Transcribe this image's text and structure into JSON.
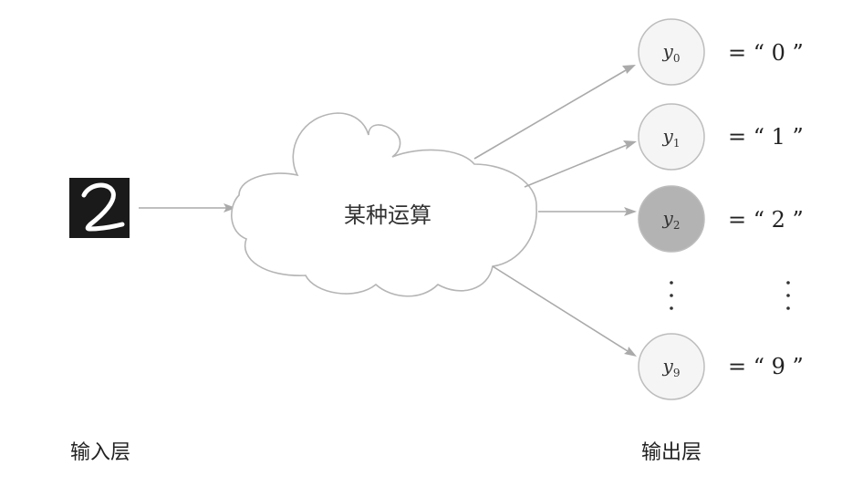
{
  "input": {
    "digit": "2",
    "label": "输入层"
  },
  "cloud": {
    "label": "某种运算"
  },
  "output": {
    "label": "输出层",
    "highlight_color": "#b3b3b3",
    "normal_color": "#f5f5f5",
    "nodes": [
      {
        "var": "y",
        "sub": "0",
        "eq": "= “ 0 ”",
        "highlighted": false
      },
      {
        "var": "y",
        "sub": "1",
        "eq": "= “ 1 ”",
        "highlighted": false
      },
      {
        "var": "y",
        "sub": "2",
        "eq": "= “ 2 ”",
        "highlighted": true
      },
      {
        "var": "y",
        "sub": "9",
        "eq": "= “ 9 ”",
        "highlighted": false
      }
    ]
  }
}
